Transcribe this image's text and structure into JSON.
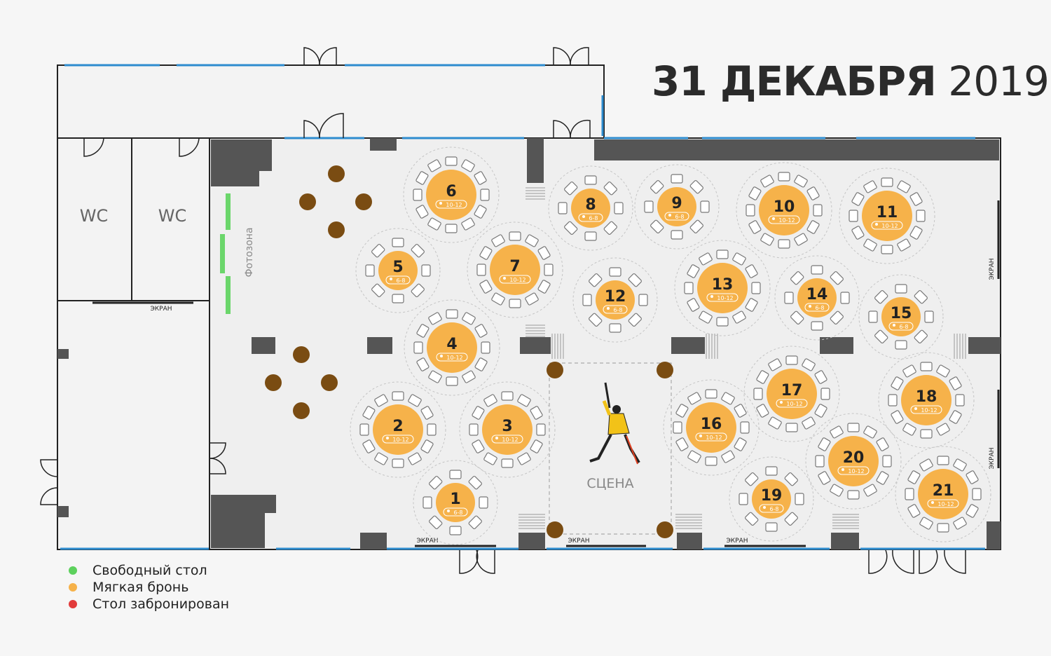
{
  "header": {
    "date_bold": "31 ДЕКАБРЯ",
    "date_year": "2019"
  },
  "labels": {
    "wc": "WC",
    "photozone": "Фотозона",
    "stage": "СЦЕНА",
    "screen": "ЭКРАН"
  },
  "colors": {
    "free": "#5dd15d",
    "soft": "#f6b24a",
    "booked": "#e23b3b",
    "window": "#2e8ccf",
    "column": "#7a4c12",
    "wall": "#555555"
  },
  "legend": [
    {
      "label": "Свободный стол",
      "status": "free"
    },
    {
      "label": "Мягкая бронь",
      "status": "soft"
    },
    {
      "label": "Стол забронирован",
      "status": "booked"
    }
  ],
  "tables": [
    {
      "number": "1",
      "capacity": "6-8",
      "status": "soft"
    },
    {
      "number": "2",
      "capacity": "10-12",
      "status": "soft"
    },
    {
      "number": "3",
      "capacity": "10-12",
      "status": "soft"
    },
    {
      "number": "4",
      "capacity": "10-12",
      "status": "soft"
    },
    {
      "number": "5",
      "capacity": "6-8",
      "status": "soft"
    },
    {
      "number": "6",
      "capacity": "10-12",
      "status": "soft"
    },
    {
      "number": "7",
      "capacity": "10-12",
      "status": "soft"
    },
    {
      "number": "8",
      "capacity": "6-8",
      "status": "soft"
    },
    {
      "number": "9",
      "capacity": "6-8",
      "status": "soft"
    },
    {
      "number": "10",
      "capacity": "10-12",
      "status": "soft"
    },
    {
      "number": "11",
      "capacity": "10-12",
      "status": "soft"
    },
    {
      "number": "12",
      "capacity": "6-8",
      "status": "soft"
    },
    {
      "number": "13",
      "capacity": "10-12",
      "status": "soft"
    },
    {
      "number": "14",
      "capacity": "6-8",
      "status": "soft"
    },
    {
      "number": "15",
      "capacity": "6-8",
      "status": "soft"
    },
    {
      "number": "16",
      "capacity": "10-12",
      "status": "soft"
    },
    {
      "number": "17",
      "capacity": "10-12",
      "status": "soft"
    },
    {
      "number": "18",
      "capacity": "10-12",
      "status": "soft"
    },
    {
      "number": "19",
      "capacity": "6-8",
      "status": "soft"
    },
    {
      "number": "20",
      "capacity": "10-12",
      "status": "soft"
    },
    {
      "number": "21",
      "capacity": "10-12",
      "status": "soft"
    }
  ]
}
